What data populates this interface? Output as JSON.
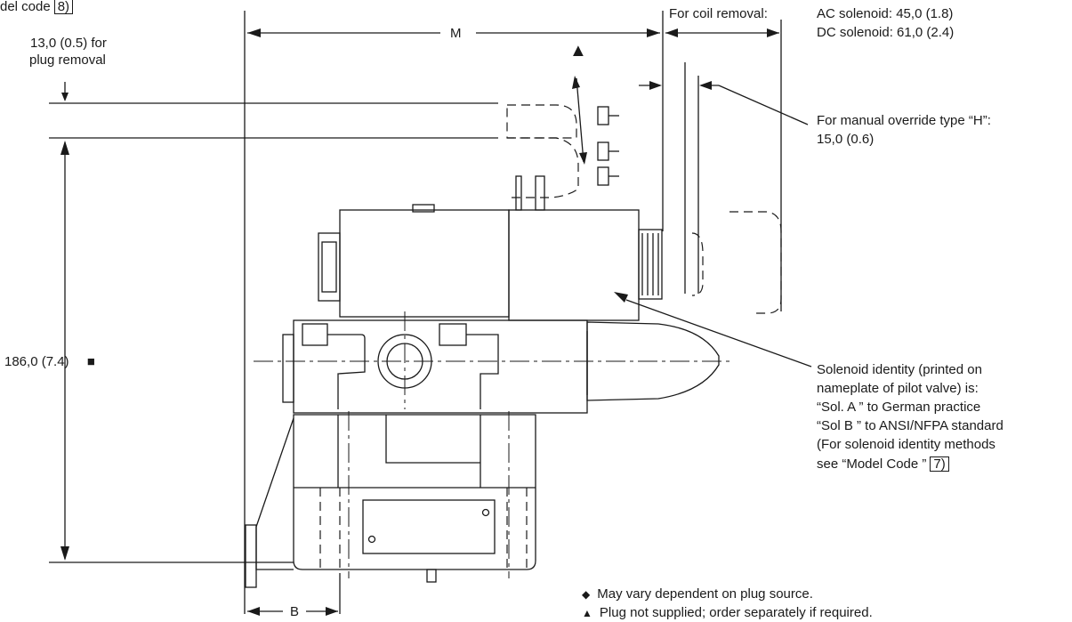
{
  "labels": {
    "model_code_top": "del code",
    "model_code_top_box": "8)",
    "plug_removal_line1": "13,0 (0.5) for",
    "plug_removal_line2": "plug removal",
    "dim_m": "M",
    "coil_removal": "For coil removal:",
    "ac_solenoid": "AC solenoid: 45,0 (1.8)",
    "dc_solenoid": "DC solenoid: 61,0 (2.4)",
    "manual_override_line1": "For manual override type    “H”:",
    "manual_override_line2": "15,0 (0.6)",
    "height_dim": "186,0 (7.4)",
    "solenoid_line1": "Solenoid identity (printed on",
    "solenoid_line2": "nameplate of pilot valve) is:",
    "solenoid_line3": "“Sol. A ” to German practice",
    "solenoid_line4": "“Sol  B  ” to ANSI/NFPA standard",
    "solenoid_line5": "(For solenoid identity methods",
    "solenoid_line6": "see  “Model Code ”",
    "solenoid_box": "7)",
    "dim_b": "B",
    "note_diamond": "May vary dependent on plug source.",
    "note_triangle": "Plug not supplied; order separately if required."
  },
  "symbols": {
    "diamond": "◆",
    "triangle": "▲",
    "square": "■"
  }
}
